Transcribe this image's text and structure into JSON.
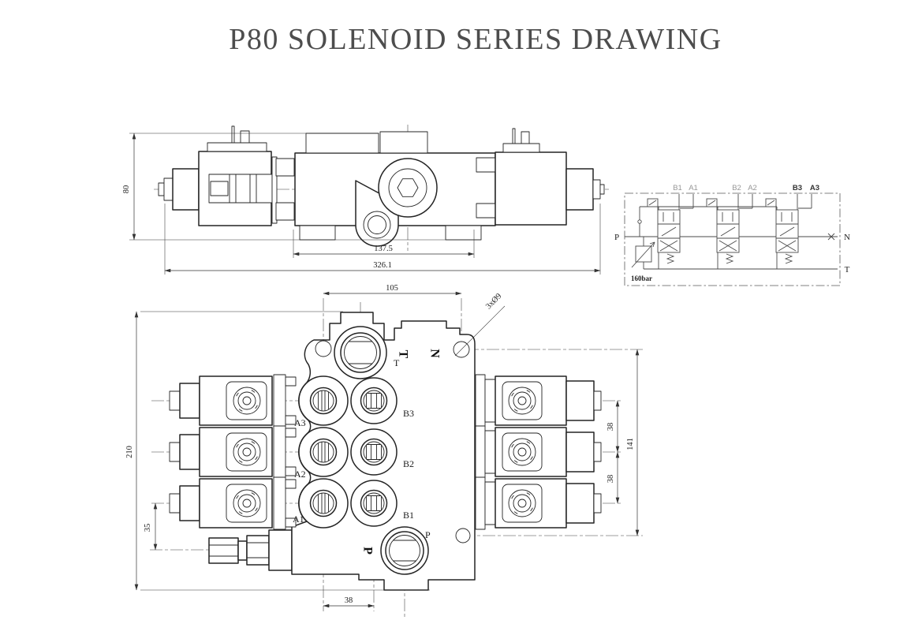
{
  "title": "P80 SOLENOID SERIES DRAWING",
  "side_view": {
    "dim_height": "80",
    "dim_body_length": "137.5",
    "dim_overall_length": "326.1"
  },
  "schematic": {
    "port_p": "P",
    "port_n": "N",
    "port_t": "T",
    "sections": [
      {
        "b": "B1",
        "a": "A1"
      },
      {
        "b": "B2",
        "a": "A2"
      },
      {
        "b": "B3",
        "a": "A3"
      }
    ],
    "relief_setting": "160bar"
  },
  "front_view": {
    "dim_top_width": "105",
    "dim_height": "210",
    "dim_inlet_offset": "35",
    "dim_bottom_spacing": "38",
    "dim_section_spacing_upper": "38",
    "dim_section_spacing_lower": "38",
    "dim_mount_hole_span": "141",
    "mount_hole_note": "3xØ9",
    "labels": {
      "a3": "A3",
      "a2": "A2",
      "a1": "A1",
      "b3": "B3",
      "b2": "B2",
      "b1": "B1",
      "t": "T",
      "p": "P"
    },
    "cast": {
      "t": "T",
      "n": "N",
      "p": "P"
    }
  }
}
